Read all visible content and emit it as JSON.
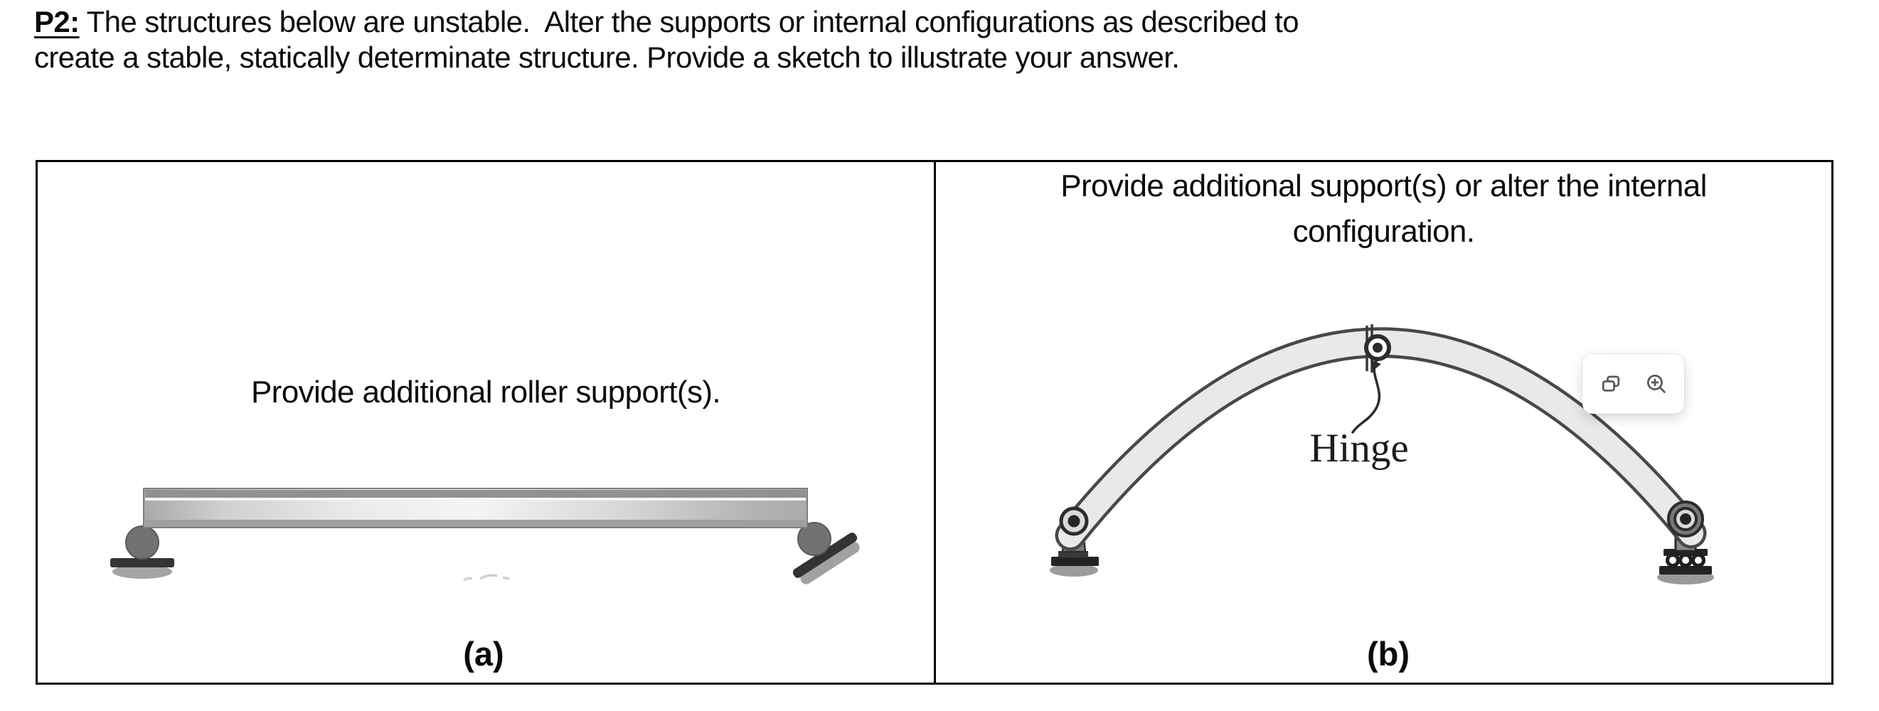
{
  "header": {
    "label": "P2:",
    "line1_rest": "The structures below are unstable.  Alter the supports or internal configurations as described to",
    "line2": "create a stable, statically determinate structure. Provide a sketch to illustrate your answer."
  },
  "panel_a": {
    "caption": "Provide additional roller support(s).",
    "label": "(a)"
  },
  "panel_b": {
    "caption_line1": "Provide additional support(s) or alter the internal",
    "caption_line2": "configuration.",
    "hinge_label": "Hinge",
    "label": "(b)"
  },
  "toolbar": {
    "buttons": [
      "copy-icon",
      "zoom-in-icon"
    ]
  },
  "colors": {
    "table_border": "#000000",
    "beam_light": "#f2f2f3",
    "beam_gray": "#a8a9ab",
    "support_gray": "#717274",
    "support_dark": "#2b2c2e",
    "arch_fill": "#e9e9ea",
    "arch_stroke": "#47484a",
    "toolbar_bg": "#ffffff",
    "toolbar_icon": "#565656"
  }
}
